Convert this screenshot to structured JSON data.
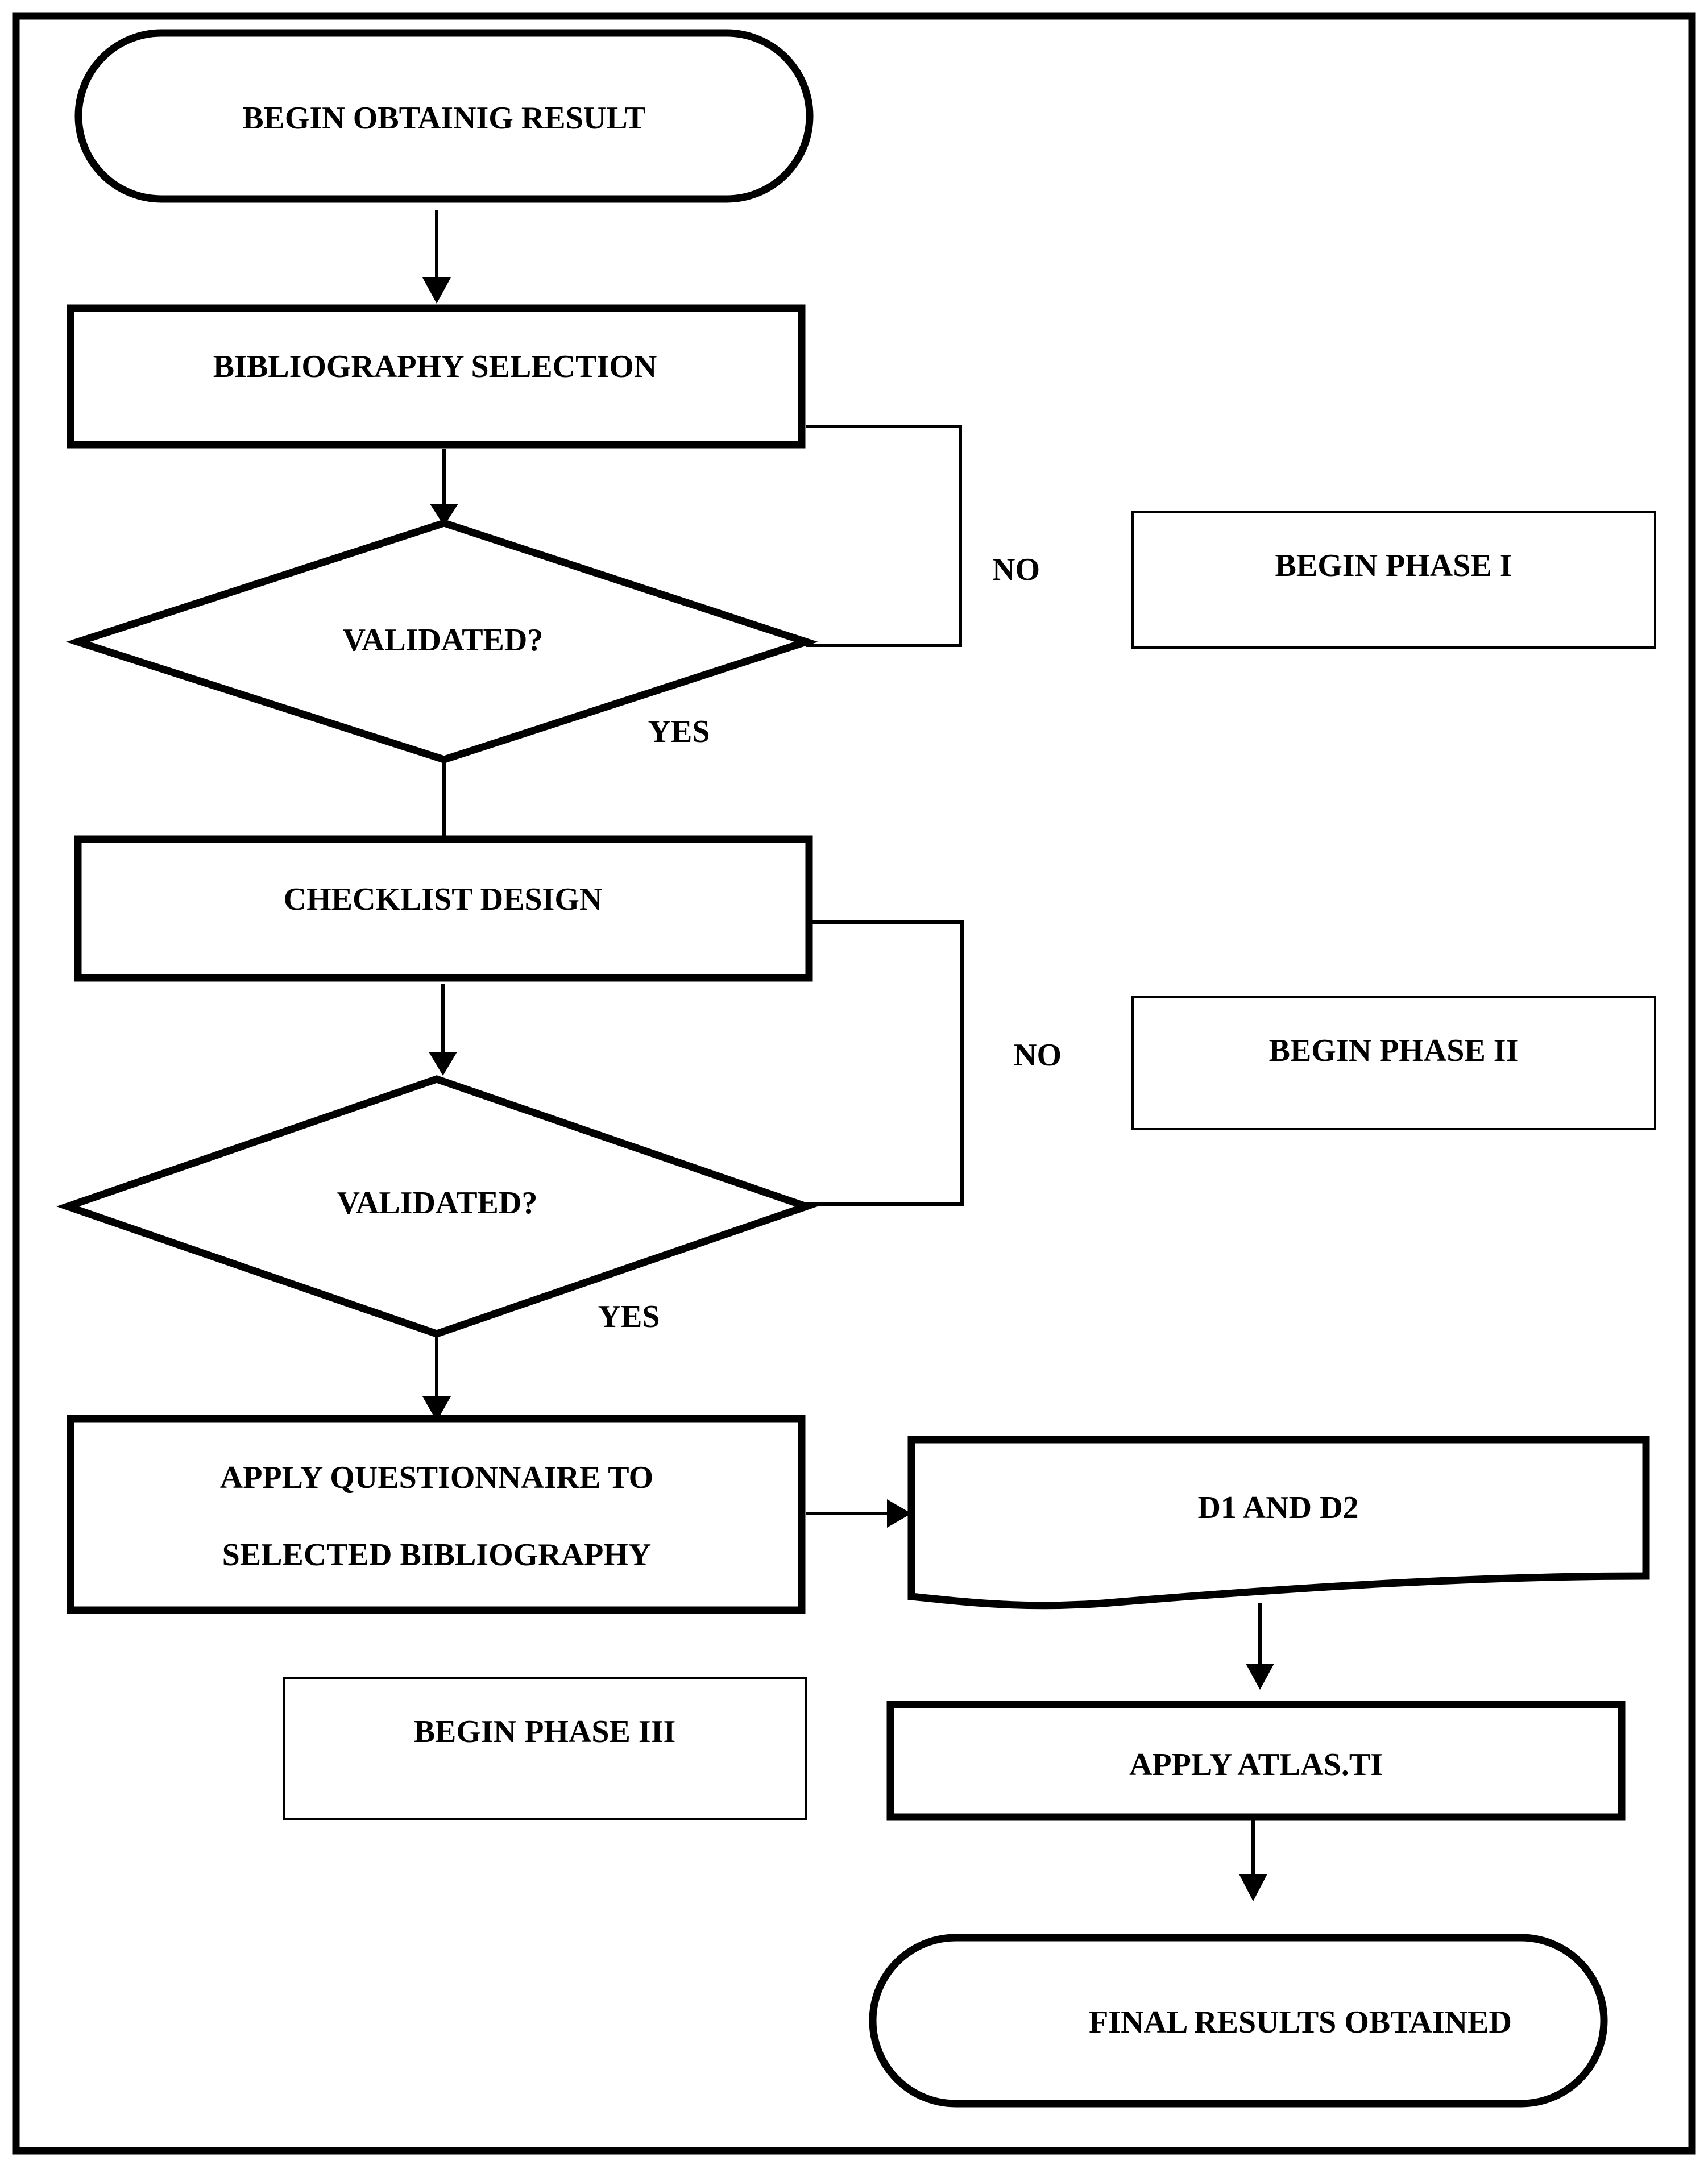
{
  "nodes": {
    "start": "BEGIN OBTAINIG RESULT",
    "bibliography": "BIBLIOGRAPHY SELECTION",
    "validated1": "VALIDATED?",
    "checklist": "CHECKLIST DESIGN",
    "validated2": "VALIDATED?",
    "questionnaire_line1": "APPLY QUESTIONNAIRE TO",
    "questionnaire_line2": "SELECTED BIBLIOGRAPHY",
    "documents": "D1 AND D2",
    "atlas": "APPLY ATLAS.TI",
    "end": "FINAL RESULTS OBTAINED"
  },
  "phases": {
    "phase1": "BEGIN PHASE I",
    "phase2": "BEGIN PHASE II",
    "phase3": "BEGIN PHASE III"
  },
  "edges": {
    "no1": "NO",
    "yes1": "YES",
    "no2": "NO",
    "yes2": "YES"
  }
}
